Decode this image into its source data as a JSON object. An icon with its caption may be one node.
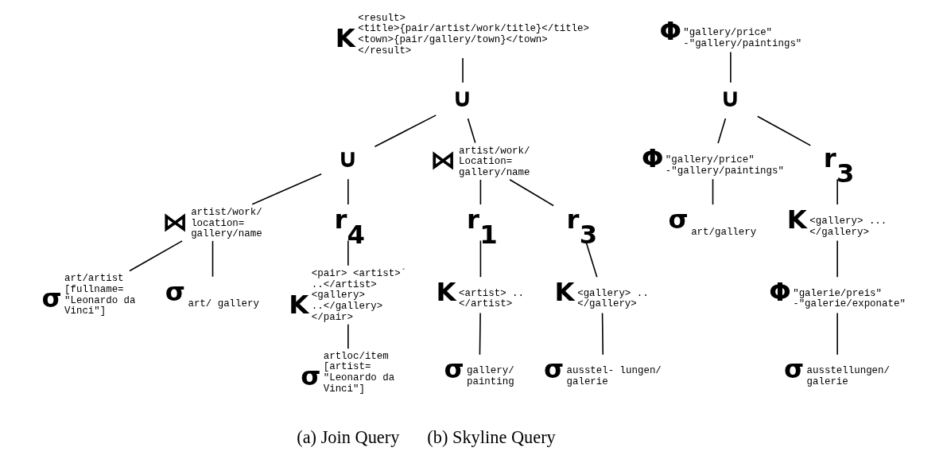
{
  "diagram": {
    "nodes": [
      {
        "text": [
          "K",
          "<result> <title>{pair/artist/work/title}</title> <town>{pair/gallery/town}</town> </result>"
        ]
      },
      {
        "text": [
          "∪"
        ]
      },
      {
        "text": [
          "∪"
        ]
      },
      {
        "text": [
          "⋈",
          "artist/work/ Location= gallery/name"
        ]
      },
      {
        "text": [
          "⋈",
          "artist/work/ location= gallery/name"
        ]
      },
      {
        "text": [
          "r$_{4}$"
        ]
      },
      {
        "text": [
          "r$_{1}$"
        ]
      },
      {
        "text": [
          "r$_{3}$"
        ]
      },
      {
        "text": [
          "σ",
          "art/artist [fullname= \"Leonardo da Vinci\"]"
        ]
      },
      {
        "text": [
          "σ",
          "art/ gallery"
        ]
      },
      {
        "text": [
          "K",
          "<pair> <artist>´ ..</artist> <gallery> ..</gallery> </pair>"
        ]
      },
      {
        "text": [
          "K",
          "<artist> .. </artist>"
        ]
      },
      {
        "text": [
          "K",
          "<gallery> .. </gallery>"
        ]
      },
      {
        "text": [
          "σ",
          "artloc/item [artist= \"Leonardo da Vinci\"]"
        ]
      },
      {
        "text": [
          "σ",
          "gallery/ painting"
        ]
      },
      {
        "text": [
          "σ",
          "ausstel- lungen/ galerie"
        ]
      },
      {
        "text": [
          "Φ",
          "\"gallery/price\" -\"gallery/paintings\""
        ]
      },
      {
        "text": [
          "∪"
        ]
      },
      {
        "text": [
          "Φ",
          "\"gallery/price\" -\"gallery/paintings\""
        ]
      },
      {
        "text": [
          "r$_{3}$"
        ]
      },
      {
        "text": [
          "σ",
          "art/gallery"
        ]
      },
      {
        "text": [
          "K",
          "<gallery> ... </gallery>"
        ]
      },
      {
        "text": [
          "Φ",
          "\"galerie/preis\" -\"galerie/exponate\""
        ]
      },
      {
        "text": [
          "σ",
          "ausstellungen/ galerie"
        ]
      }
    ],
    "edges": [
      {
        "from": 0,
        "to": 1,
        "arrow": "none"
      },
      {
        "from": 1,
        "to": 2,
        "arrow": "none"
      },
      {
        "from": 1,
        "to": 3,
        "arrow": "none"
      },
      {
        "from": 2,
        "to": 4,
        "arrow": "none"
      },
      {
        "from": 2,
        "to": 5,
        "arrow": "none"
      },
      {
        "from": 3,
        "to": 6,
        "arrow": "none"
      },
      {
        "from": 3,
        "to": 7,
        "arrow": "none"
      },
      {
        "from": 4,
        "to": 8,
        "arrow": "none"
      },
      {
        "from": 4,
        "to": 9,
        "arrow": "none"
      },
      {
        "from": 5,
        "to": 10,
        "arrow": "none"
      },
      {
        "from": 6,
        "to": 11,
        "arrow": "none"
      },
      {
        "from": 7,
        "to": 12,
        "arrow": "none"
      },
      {
        "from": 10,
        "to": 13,
        "arrow": "none"
      },
      {
        "from": 11,
        "to": 14,
        "arrow": "none"
      },
      {
        "from": 12,
        "to": 15,
        "arrow": "none"
      },
      {
        "from": 16,
        "to": 17,
        "arrow": "none"
      },
      {
        "from": 17,
        "to": 18,
        "arrow": "none"
      },
      {
        "from": 17,
        "to": 19,
        "arrow": "none"
      },
      {
        "from": 18,
        "to": 20,
        "arrow": "none"
      },
      {
        "from": 19,
        "to": 21,
        "arrow": "none"
      },
      {
        "from": 21,
        "to": 22,
        "arrow": "none"
      },
      {
        "from": 22,
        "to": 23,
        "arrow": "none"
      }
    ],
    "labels": [
      "(a) Join Query",
      "(b) Skyline Query"
    ]
  }
}
